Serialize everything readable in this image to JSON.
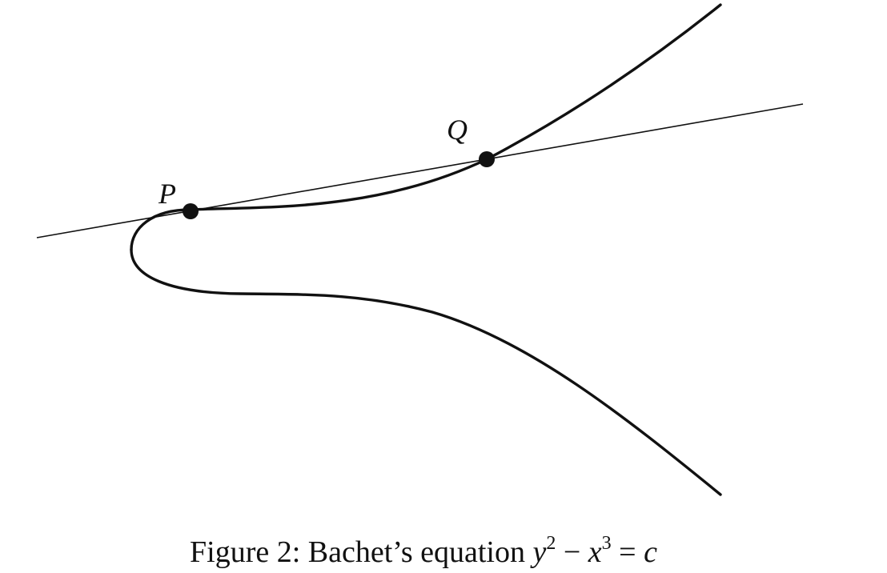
{
  "diagram": {
    "points": [
      {
        "id": "P",
        "label": "P"
      },
      {
        "id": "Q",
        "label": "Q"
      }
    ],
    "curve_color": "#111111",
    "line_color": "#111111"
  },
  "caption": {
    "prefix": "Figure 2: Bachet’s equation",
    "y": "y",
    "y_exp": "2",
    "minus": "−",
    "x": "x",
    "x_exp": "3",
    "equals": "=",
    "c": "c"
  }
}
